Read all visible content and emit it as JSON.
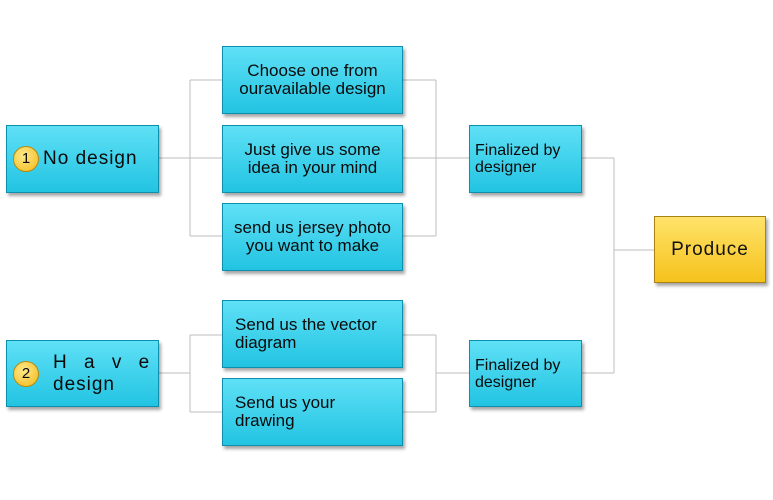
{
  "starts": [
    {
      "number": "1",
      "label": "No design"
    },
    {
      "number": "2",
      "label_line1": "H a v e",
      "label_line2": "design"
    }
  ],
  "options": [
    "Choose one from ouravailable design",
    "Just give us some idea in your mind",
    "send us jersey photo you want to make",
    "Send us the vector diagram",
    "Send us your drawing"
  ],
  "finalized": [
    "Finalized by designer",
    "Finalized by designer"
  ],
  "produce": "Produce",
  "colors": {
    "box": "#2ccbe6",
    "produce": "#f8cc2c",
    "connector": "#bdbdbd"
  }
}
